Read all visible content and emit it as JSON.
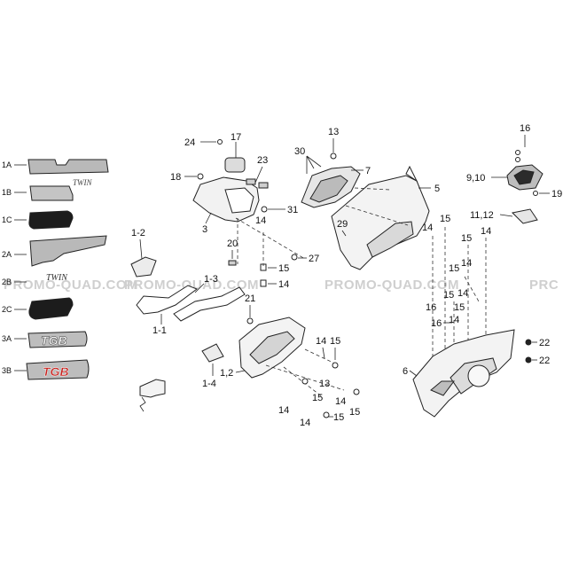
{
  "watermark": "PROMO-QUAD.COM",
  "watermark_fragment": "PRC",
  "decals": {
    "labels": [
      "1A",
      "1B",
      "1C",
      "2A",
      "2B",
      "2C",
      "3A",
      "3B"
    ],
    "twin_text": "TWIN",
    "tgb_text": "TGB"
  },
  "callouts": {
    "c24": "24",
    "c17": "17",
    "c23": "23",
    "c18": "18",
    "c3": "3",
    "c31": "31",
    "c14a": "14",
    "c20": "20",
    "c27": "27",
    "c15a": "15",
    "c14b": "14",
    "c21": "21",
    "c30": "30",
    "c13a": "13",
    "c7": "7",
    "c5": "5",
    "c29": "29",
    "c1_2": "1-2",
    "c1_3": "1-3",
    "c1_1": "1-1",
    "c1_4": "1-4",
    "c1_2b": "1,2",
    "c14c": "14",
    "c15b": "15",
    "c13b": "13",
    "c14d": "14",
    "c15c": "15",
    "c14e": "14",
    "c15d": "15",
    "c14f": "14",
    "c15e": "15",
    "c16a": "16",
    "c9_10": "9,10",
    "c19": "19",
    "c11_12": "11,12",
    "c14g": "14",
    "c15f": "15",
    "c15g": "15",
    "c14h": "14",
    "c15h": "15",
    "c14i": "14",
    "c15i": "15",
    "c14j": "14",
    "c15j": "15",
    "c14k": "14",
    "c16b": "16",
    "c16c": "16",
    "c22a": "22",
    "c22b": "22",
    "c6": "6"
  },
  "colors": {
    "decal_gray": "#b9b9b9",
    "decal_dark": "#1c1c1c",
    "tgb_red": "#c8201c",
    "watermark": "#cfcfcf"
  }
}
